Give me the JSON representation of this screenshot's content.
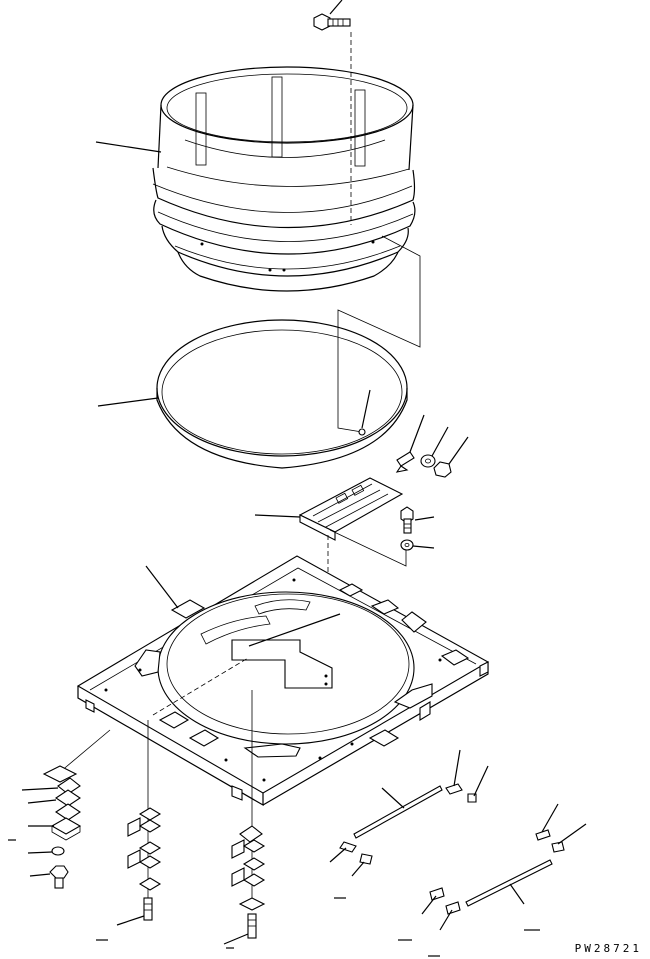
{
  "drawing": {
    "code": "PW28721",
    "background": "#ffffff",
    "line_color": "#000000",
    "parts": [
      {
        "id": "flange-bolt",
        "label": ""
      },
      {
        "id": "cylindrical-shroud",
        "label": ""
      },
      {
        "id": "ring-seal",
        "label": ""
      },
      {
        "id": "clip",
        "label": ""
      },
      {
        "id": "washer",
        "label": ""
      },
      {
        "id": "nut",
        "label": ""
      },
      {
        "id": "bracket-plate",
        "label": ""
      },
      {
        "id": "hex-bolt",
        "label": ""
      },
      {
        "id": "lock-washer",
        "label": ""
      },
      {
        "id": "base-plate",
        "label": ""
      },
      {
        "id": "shim-stack",
        "label": ""
      },
      {
        "id": "mounting-bolt",
        "label": ""
      },
      {
        "id": "rod",
        "label": ""
      },
      {
        "id": "rod-end-fitting",
        "label": ""
      }
    ]
  }
}
